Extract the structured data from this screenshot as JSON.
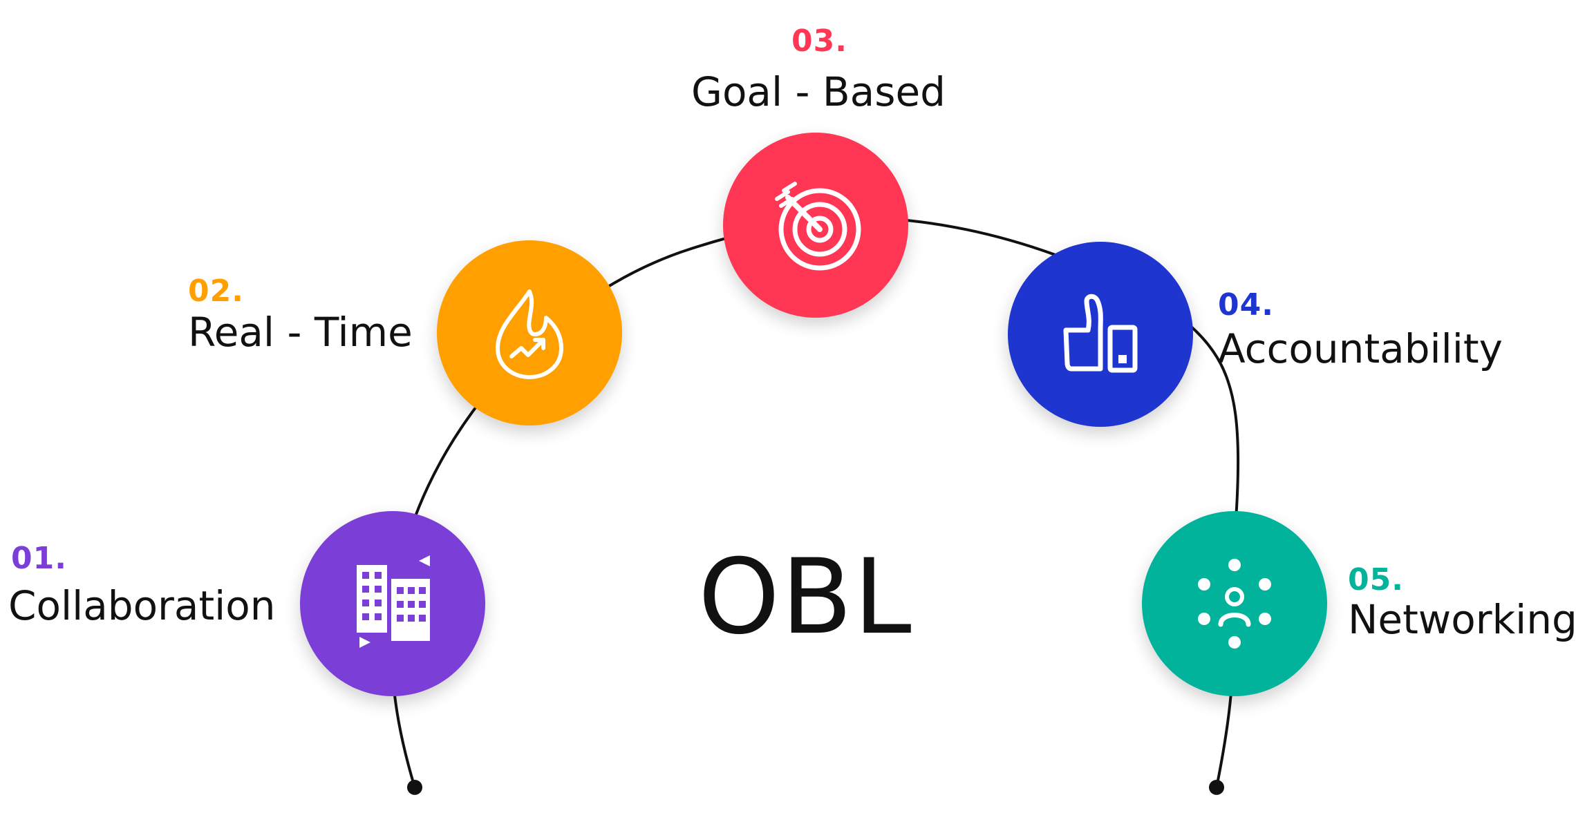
{
  "center_title": "OBL",
  "steps": [
    {
      "number": "01.",
      "title": "Collaboration",
      "color": "#7B3FD8",
      "icon": "buildings-icon"
    },
    {
      "number": "02.",
      "title": "Real - Time",
      "color": "#FF9F00",
      "icon": "flame-trend-icon"
    },
    {
      "number": "03.",
      "title": "Goal - Based",
      "color": "#FF3654",
      "icon": "target-icon"
    },
    {
      "number": "04.",
      "title": "Accountability",
      "color": "#1F35CF",
      "icon": "thumbs-up-icon"
    },
    {
      "number": "05.",
      "title": "Networking",
      "color": "#00B39A",
      "icon": "network-icon"
    }
  ]
}
